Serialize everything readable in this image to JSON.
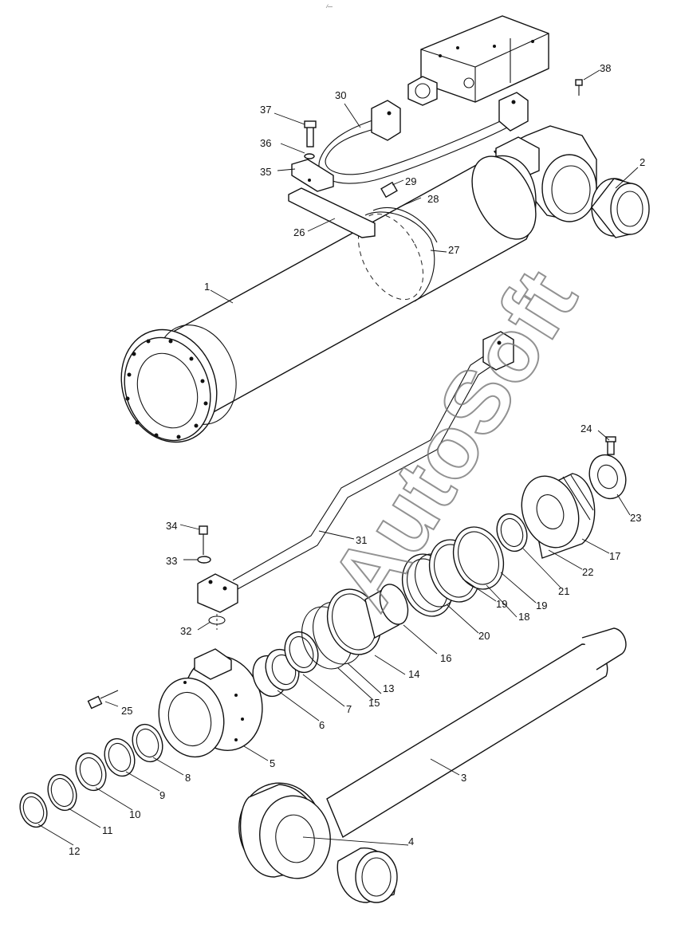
{
  "watermark": "AutoSoft",
  "header_mark": "⁄—",
  "callouts": [
    "1",
    "2",
    "3",
    "4",
    "5",
    "6",
    "7",
    "8",
    "9",
    "10",
    "11",
    "12",
    "13",
    "14",
    "15",
    "16",
    "17",
    "18",
    "19",
    "19",
    "20",
    "21",
    "22",
    "23",
    "24",
    "25",
    "26",
    "27",
    "28",
    "29",
    "30",
    "31",
    "32",
    "33",
    "34",
    "35",
    "36",
    "37",
    "38"
  ]
}
